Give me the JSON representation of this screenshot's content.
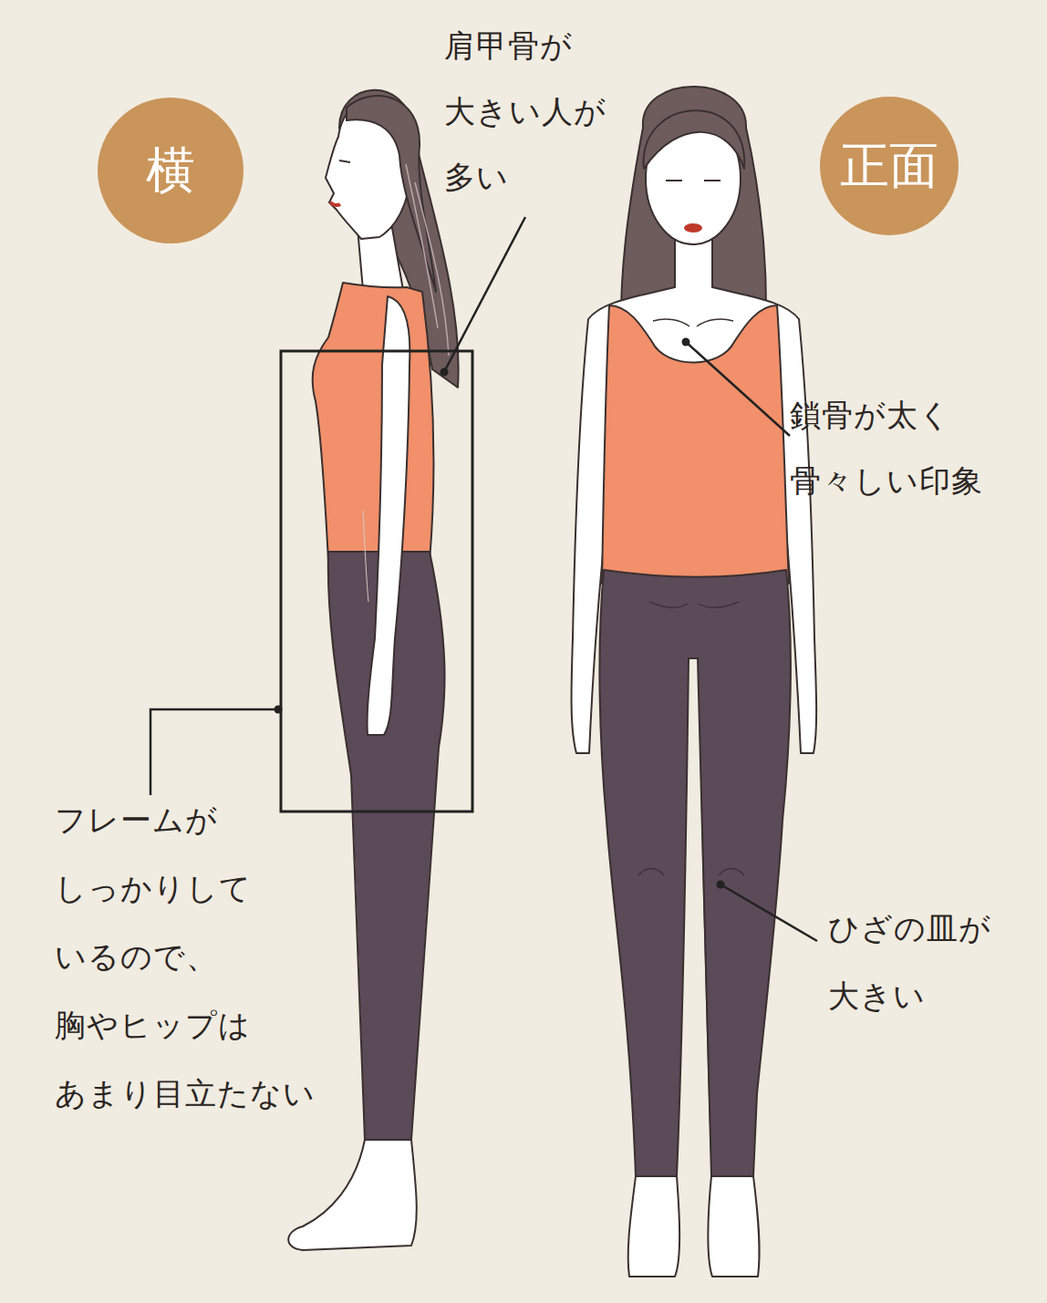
{
  "diagram": {
    "nodes": [
      {
        "text": [
          "横"
        ]
      },
      {
        "text": [
          "正面"
        ]
      }
    ],
    "labels": [
      "肩甲骨が 大きい人が 多い",
      "鎖骨が太く 骨々しい印象",
      "フレームが しっかりして いるので、 胸やヒップは あまり目立たない",
      "ひざの皿が 大きい"
    ]
  }
}
